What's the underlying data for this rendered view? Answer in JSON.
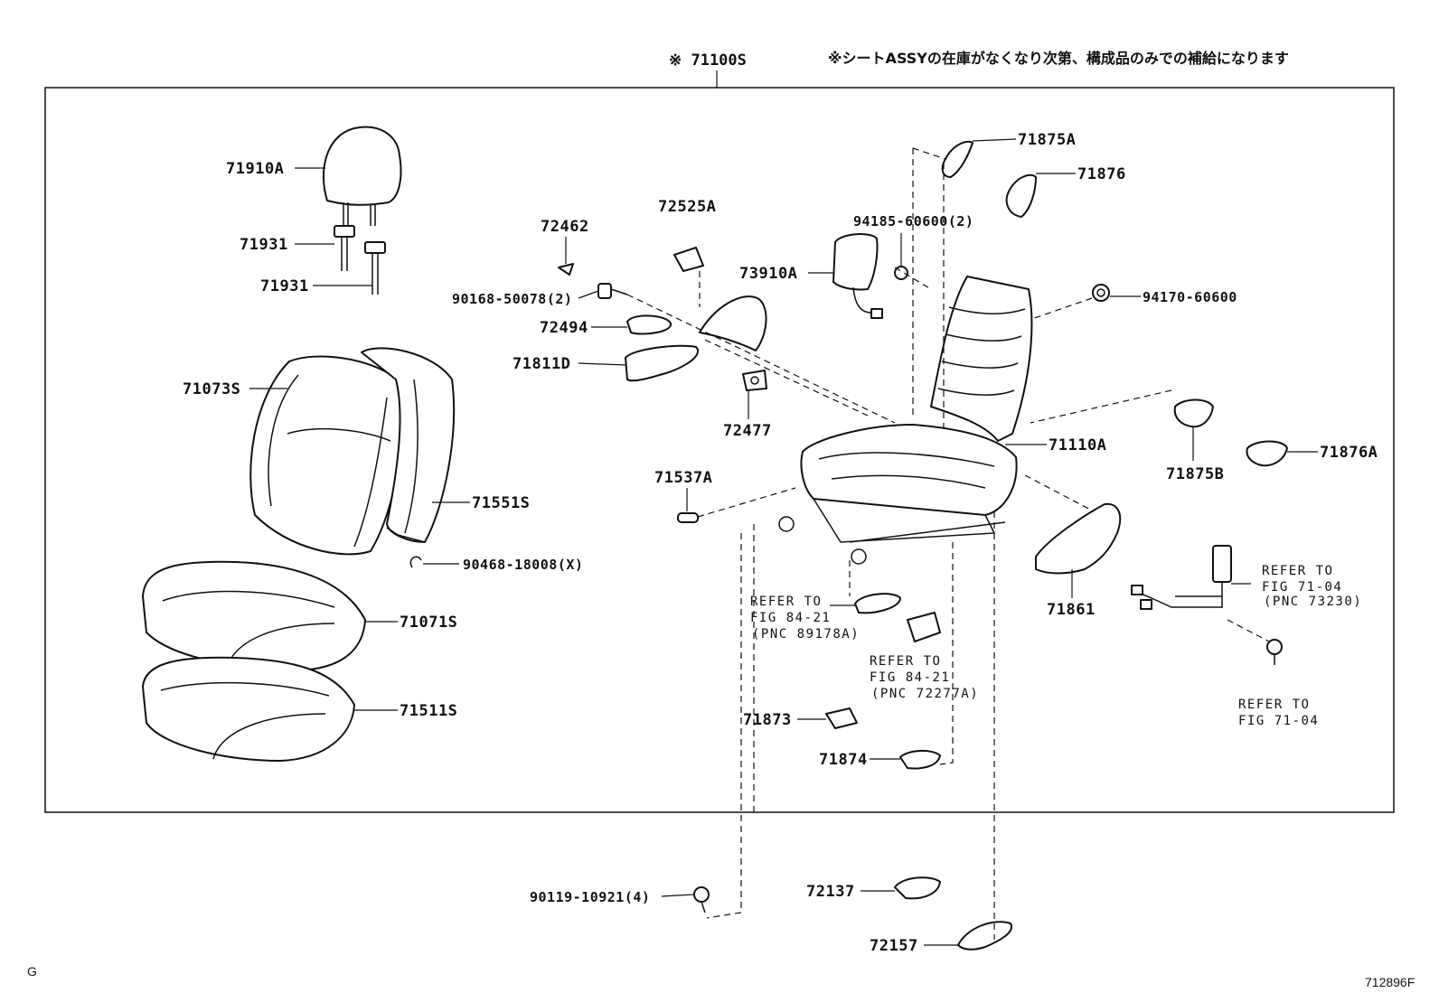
{
  "header": {
    "assembly_label": "※ 71100S",
    "note": "※シートASSYの在庫がなくなり次第、構成品のみでの補給になります"
  },
  "parts": {
    "p71910A": "71910A",
    "p71931a": "71931",
    "p71931b": "71931",
    "p71073S": "71073S",
    "p71551S": "71551S",
    "p90468": "90468-18008(X)",
    "p71071S": "71071S",
    "p71511S": "71511S",
    "p72462": "72462",
    "p90168": "90168-50078(2)",
    "p72494": "72494",
    "p71811D": "71811D",
    "p72525A": "72525A",
    "p72477": "72477",
    "p71537A": "71537A",
    "p94185": "94185-60600(2)",
    "p73910A": "73910A",
    "p71875A": "71875A",
    "p71876": "71876",
    "p94170": "94170-60600",
    "p71110A": "71110A",
    "p71875B": "71875B",
    "p71876A": "71876A",
    "p71861": "71861",
    "p71873": "71873",
    "p71874": "71874",
    "p90119": "90119-10921(4)",
    "p72137": "72137",
    "p72157": "72157"
  },
  "references": {
    "ref1": {
      "line1": "REFER TO",
      "line2": "FIG 84-21",
      "line3": "(PNC 89178A)"
    },
    "ref2": {
      "line1": "REFER TO",
      "line2": "FIG 84-21",
      "line3": "(PNC 72277A)"
    },
    "ref3": {
      "line1": "REFER TO",
      "line2": "FIG 71-04",
      "line3": "(PNC 73230)"
    },
    "ref4": {
      "line1": "REFER TO",
      "line2": "FIG 71-04"
    }
  },
  "footer": {
    "left": "G",
    "right": "712896F"
  }
}
